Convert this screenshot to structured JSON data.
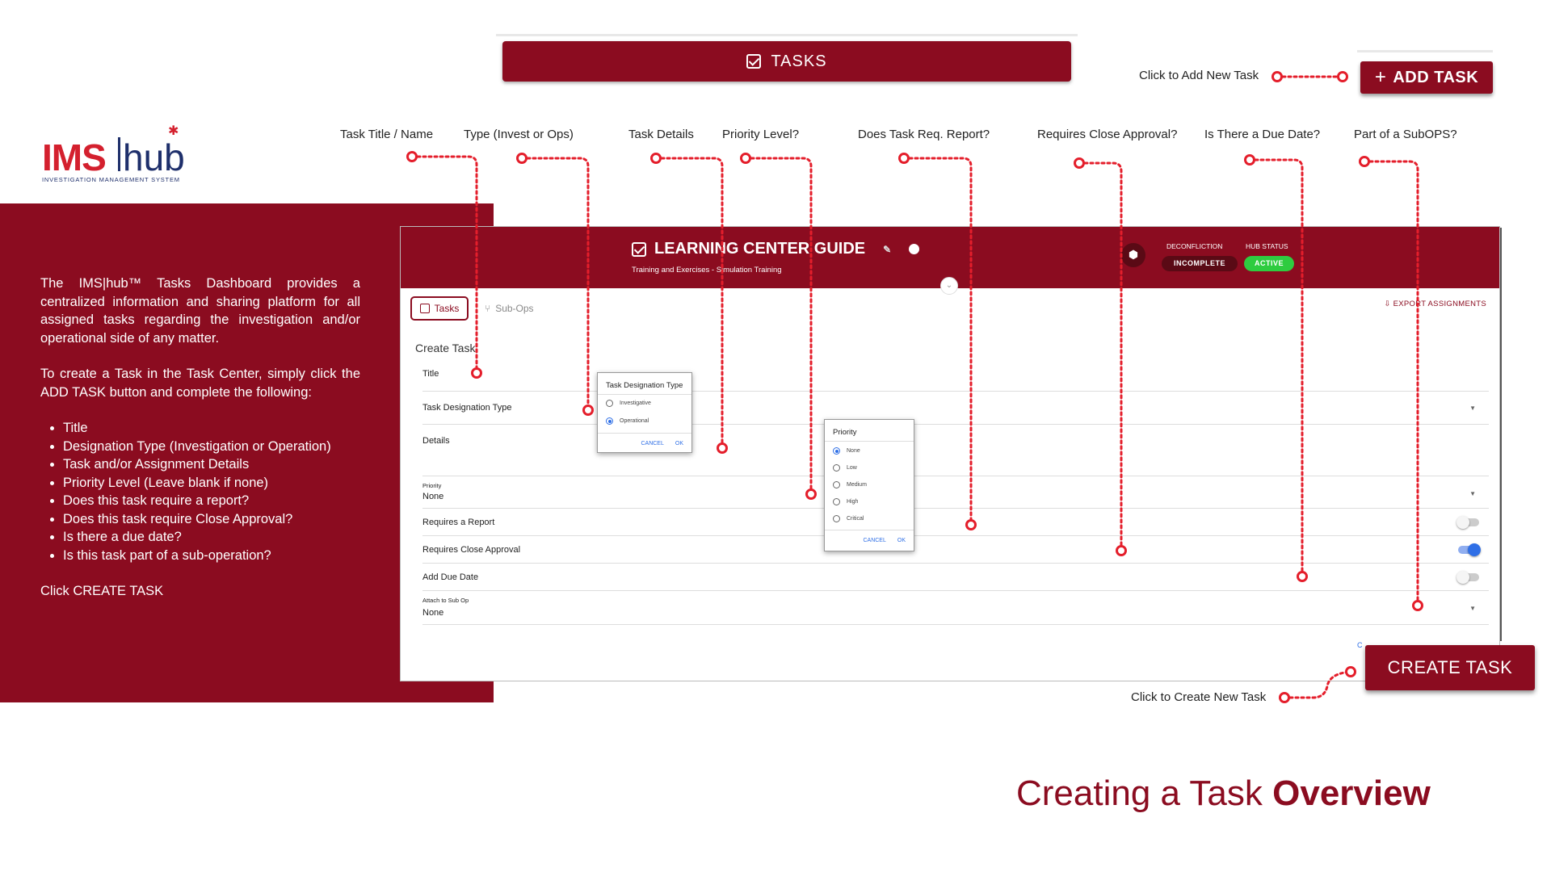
{
  "header": {
    "tasks_bar_label": "TASKS",
    "add_task_label": "ADD TASK",
    "add_task_hint": "Click to Add New Task"
  },
  "logo": {
    "ims": "IMS",
    "hub": "hub",
    "subtitle": "INVESTIGATION MANAGEMENT SYSTEM"
  },
  "annotations": [
    "Task Title / Name",
    "Type (Invest or Ops)",
    "Task Details",
    "Priority Level?",
    "Does Task Req. Report?",
    "Requires Close Approval?",
    "Is There a Due Date?",
    "Part of a SubOPS?"
  ],
  "description": {
    "para1": "The IMS|hub™ Tasks Dashboard provides a centralized information and sharing platform for all assigned tasks regarding the investigation and/or operational side of any matter.",
    "para2": "To create a Task in the Task Center, simply click the ADD TASK button and complete the following:",
    "items": [
      "Title",
      "Designation Type (Investigation or Operation)",
      "Task and/or Assignment Details",
      "Priority Level (Leave blank if none)",
      "Does this task require a report?",
      "Does this task require Close Approval?",
      "Is there a due date?",
      "Is this task part of a sub-operation?"
    ],
    "para3": "Click CREATE TASK"
  },
  "window": {
    "title": "LEARNING CENTER GUIDE",
    "subtitle": "Training and Exercises - Simulation Training",
    "deconfliction_label": "DECONFLICTION",
    "deconfliction_status": "INCOMPLETE",
    "hub_status_label": "HUB STATUS",
    "hub_status": "ACTIVE",
    "tab_tasks": "Tasks",
    "tab_subops": "Sub-Ops",
    "export": "EXPORT ASSIGNMENTS",
    "create_task_header": "Create Task",
    "fields": {
      "title": "Title",
      "designation": "Task Designation Type",
      "details": "Details",
      "priority_label": "Priority",
      "priority_value": "None",
      "report": "Requires a Report",
      "close_approval": "Requires Close Approval",
      "due_date": "Add Due Date",
      "subop_label": "Attach to Sub Op",
      "subop_value": "None"
    },
    "toggles": {
      "report": false,
      "close_approval": true,
      "due_date": false
    },
    "c_link": "C"
  },
  "designation_dialog": {
    "title": "Task Designation Type",
    "options": [
      "Investigative",
      "Operational"
    ],
    "selected": "Operational",
    "cancel": "CANCEL",
    "ok": "OK"
  },
  "priority_dialog": {
    "title": "Priority",
    "options": [
      "None",
      "Low",
      "Medium",
      "High",
      "Critical"
    ],
    "selected": "None",
    "cancel": "CANCEL",
    "ok": "OK"
  },
  "create_task_label": "CREATE TASK",
  "create_task_hint": "Click to Create New Task",
  "bottom_title": {
    "normal": "Creating a Task ",
    "bold": "Overview"
  },
  "colors": {
    "brand": "#8b0c20",
    "marker": "#e41e2b",
    "accent_blue": "#2f6fe6",
    "active_green": "#2ecc40",
    "logo_navy": "#1e2f6b"
  }
}
